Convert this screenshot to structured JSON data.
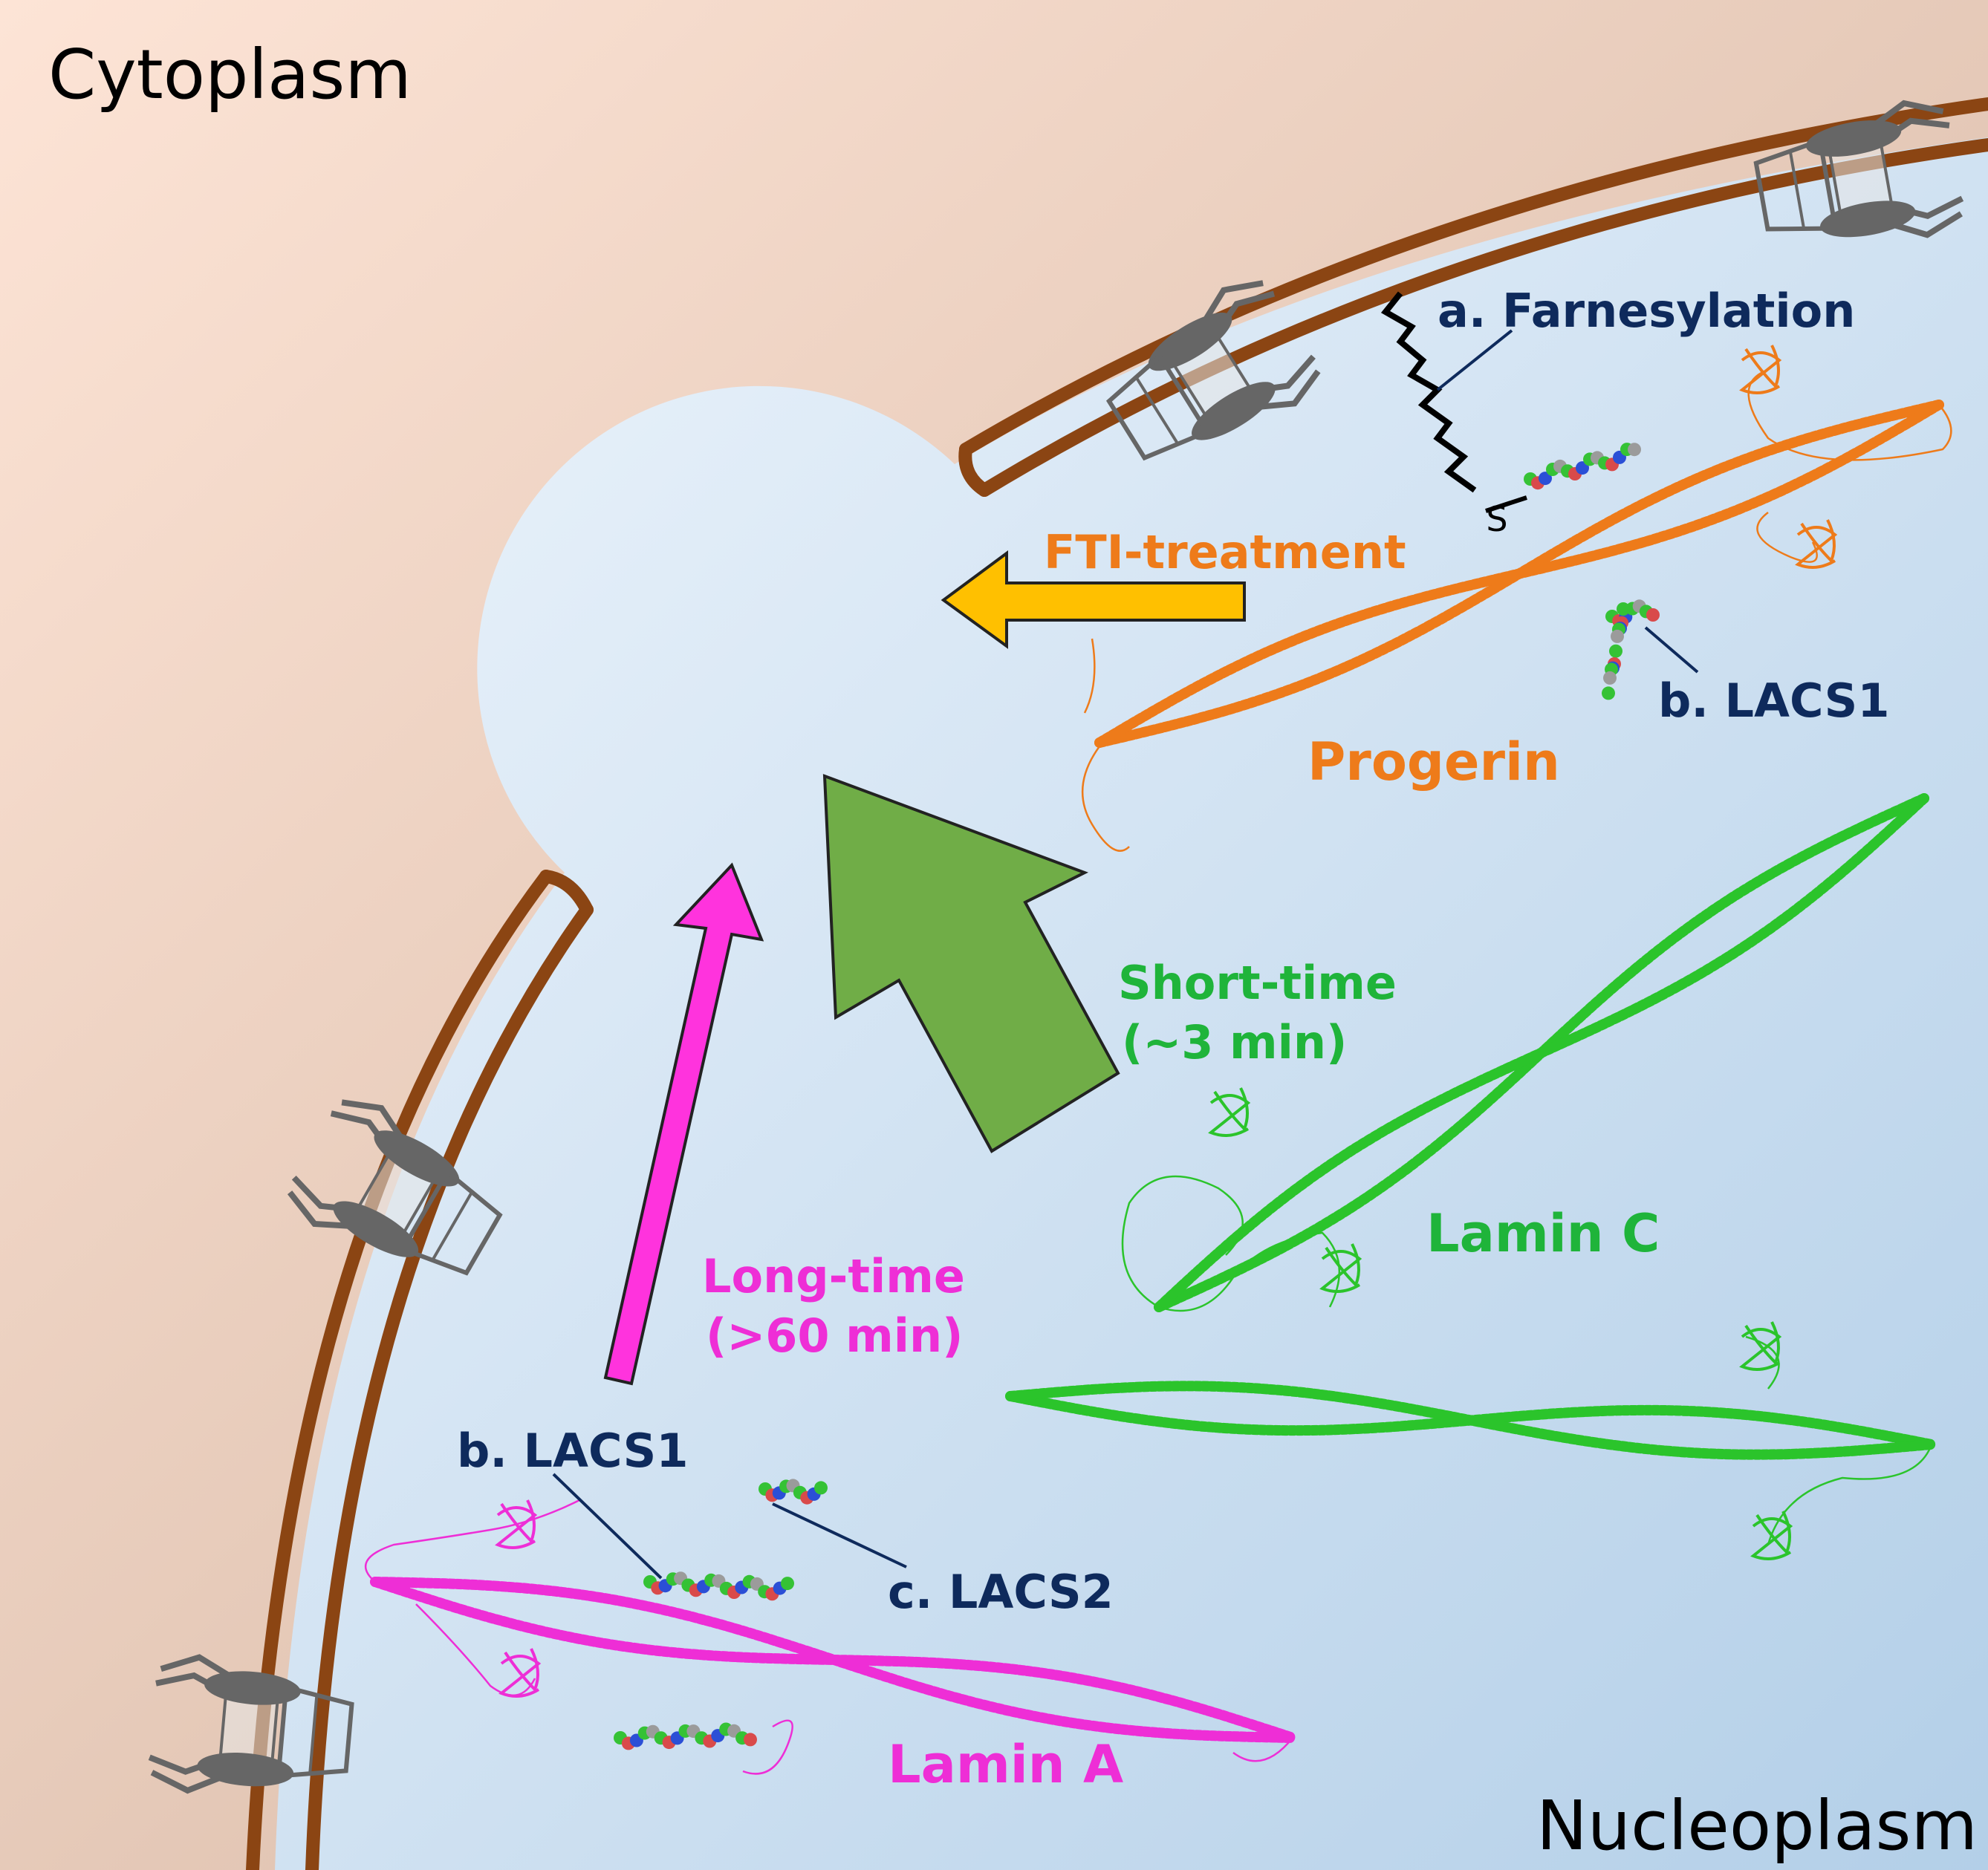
{
  "regions": {
    "outer": "Cytoplasm",
    "inner": "Nucleoplasm"
  },
  "proteins": {
    "progerin": "Progerin",
    "lamin_c": "Lamin C",
    "lamin_a": "Lamin A"
  },
  "modifications": {
    "farnesylation": "a. Farnesylation",
    "sulfur": "S",
    "lacs1_progerin": "b. LACS1",
    "lacs1_lamin_a": "b. LACS1",
    "lacs2_lamin_a": "c. LACS2"
  },
  "arrows": {
    "fti": "FTI-treatment",
    "short_line1": "Short-time",
    "short_line2": "(~3 min)",
    "long_line1": "Long-time",
    "long_line2": "(>60 min)"
  },
  "colors": {
    "cytoplasm_light": "#fbe3d4",
    "cytoplasm_dark": "#d7b8a2",
    "nucleoplasm_light": "#e8f1fa",
    "nucleoplasm_dark": "#b5d0e9",
    "envelope": "#8b4513",
    "progerin": "#ee7b1a",
    "lamin_c": "#2bc42b",
    "lamin_a": "#ee2ed6",
    "label_navy": "#0e2a5c",
    "fti_arrow": "#ffc000",
    "short_arrow": "#70ad47",
    "long_arrow": "#ff33dd",
    "pore": "#666666"
  }
}
